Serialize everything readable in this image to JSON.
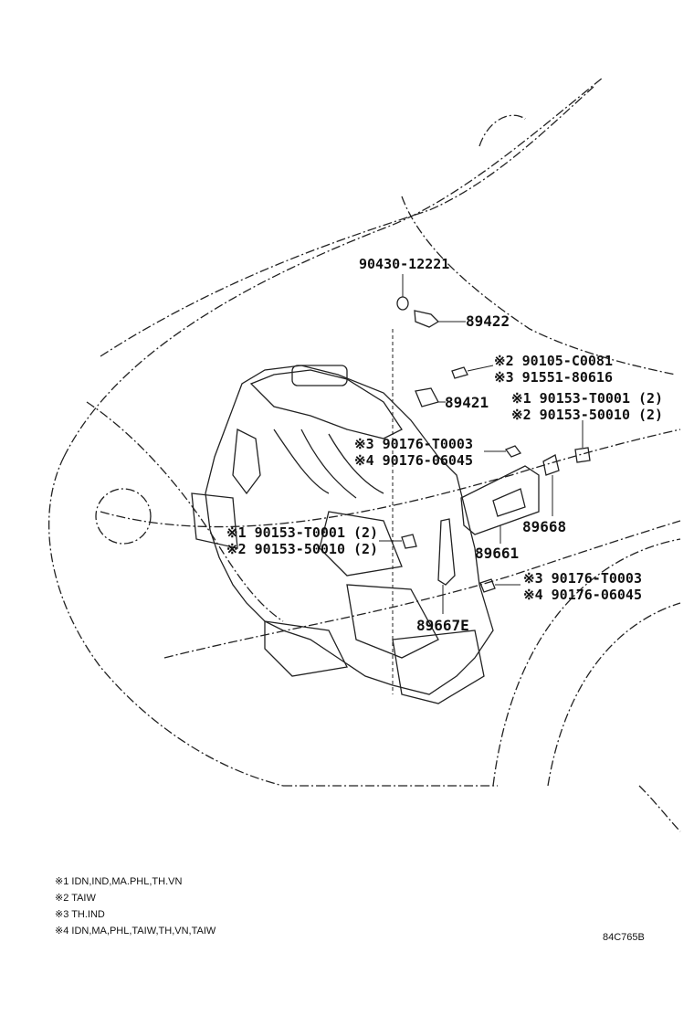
{
  "callouts": {
    "p89422_plug": "90430-12221",
    "p89422": "89422",
    "p89421_bolt_a": "※2 90105-C0081",
    "p89421_bolt_b": "※3 91551-80616",
    "p89421": "89421",
    "ecu_bolt_a": "※1 90153-T0001 (2)",
    "ecu_bolt_b": "※2 90153-50010 (2)",
    "ecu_nut_a": "※3 90176-T0003",
    "ecu_nut_b": "※4 90176-06045",
    "p89668": "89668",
    "p89661": "89661",
    "bracket_bolt_a": "※1 90153-T0001 (2)",
    "bracket_bolt_b": "※2 90153-50010 (2)",
    "lower_nut_a": "※3 90176-T0003",
    "lower_nut_b": "※4 90176-06045",
    "p89667e": "89667E"
  },
  "notes": [
    "※1 IDN,IND,MA.PHL,TH.VN",
    "※2 TAIW",
    "※3 TH.IND",
    "※4 IDN,MA,PHL,TAIW,TH,VN,TAIW"
  ],
  "diagram_code": "84C765B"
}
